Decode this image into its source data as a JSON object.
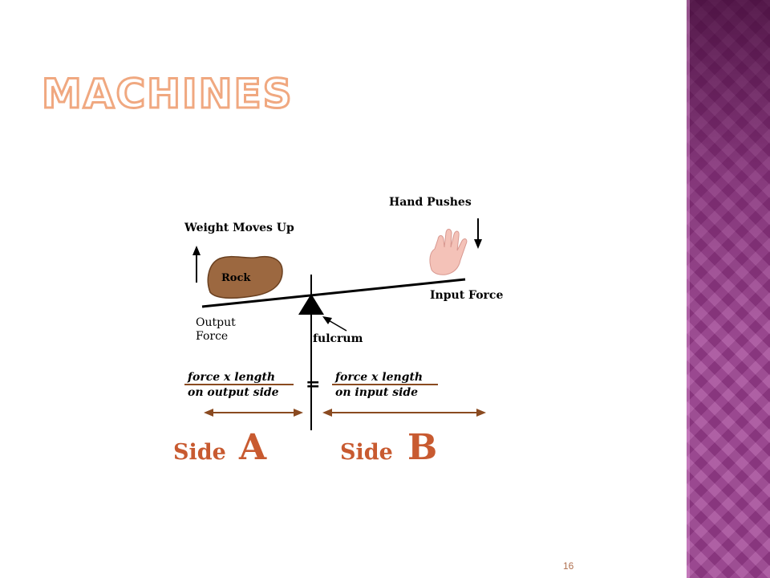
{
  "slide": {
    "title": "MACHINES",
    "page_number": "16"
  },
  "diagram": {
    "weight_moves_up": "Weight Moves Up",
    "hand_pushes": "Hand Pushes",
    "rock": "Rock",
    "input_force": "Input Force",
    "output_force_line1": "Output",
    "output_force_line2": "Force",
    "fulcrum": "fulcrum",
    "left_formula_line1": "force x length",
    "left_formula_line2": "on output side",
    "right_formula_line1": "force x length",
    "right_formula_line2": "on input side",
    "equals": "=",
    "side_a_word": "Side",
    "side_a_letter": "A",
    "side_b_word": "Side",
    "side_b_letter": "B",
    "colors": {
      "rock": "#9c6840",
      "arrow_brown": "#8a4a20",
      "side_label": "#c85a30",
      "hand": "#f4c2b8"
    }
  }
}
